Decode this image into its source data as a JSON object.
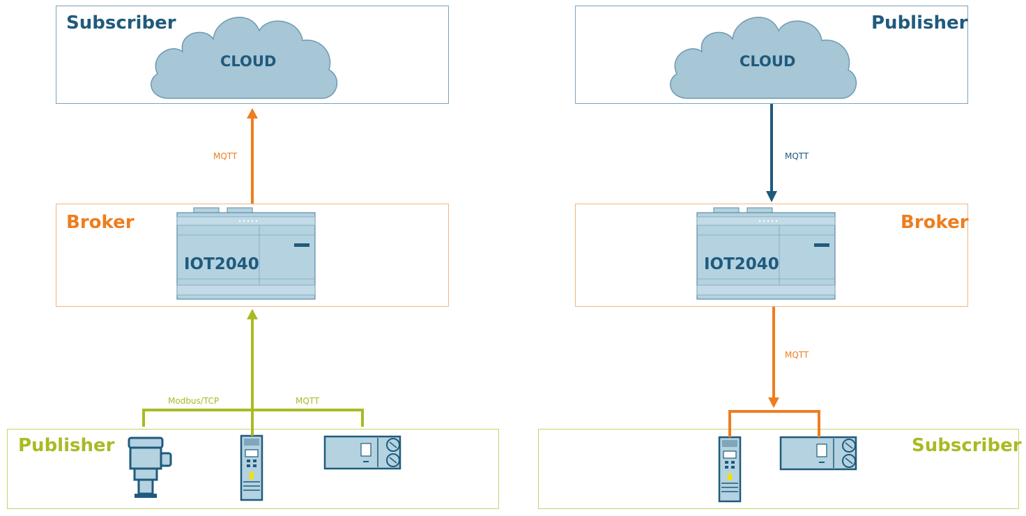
{
  "left": {
    "top_role": "Subscriber",
    "cloud_label": "CLOUD",
    "top_protocol": "MQTT",
    "middle_role": "Broker",
    "device_label": "IOT2040",
    "bottom_role": "Publisher",
    "bottom_protocol_left": "Modbus/TCP",
    "bottom_protocol_right": "MQTT"
  },
  "right": {
    "top_role": "Publisher",
    "cloud_label": "CLOUD",
    "top_protocol": "MQTT",
    "middle_role": "Broker",
    "device_label": "IOT2040",
    "bottom_protocol": "MQTT",
    "bottom_role": "Subscriber"
  },
  "colors": {
    "blue": "#1f5a7c",
    "orange": "#ee7d1f",
    "green": "#a9ba24",
    "cloud_fill": "#a7c6d6",
    "device_fill": "#b4d2e0"
  },
  "icons": {
    "cloud": "cloud-icon",
    "gateway": "iot-gateway-icon",
    "level_sensor": "level-sensor-icon",
    "drive": "frequency-drive-icon",
    "positioner": "valve-positioner-icon"
  }
}
